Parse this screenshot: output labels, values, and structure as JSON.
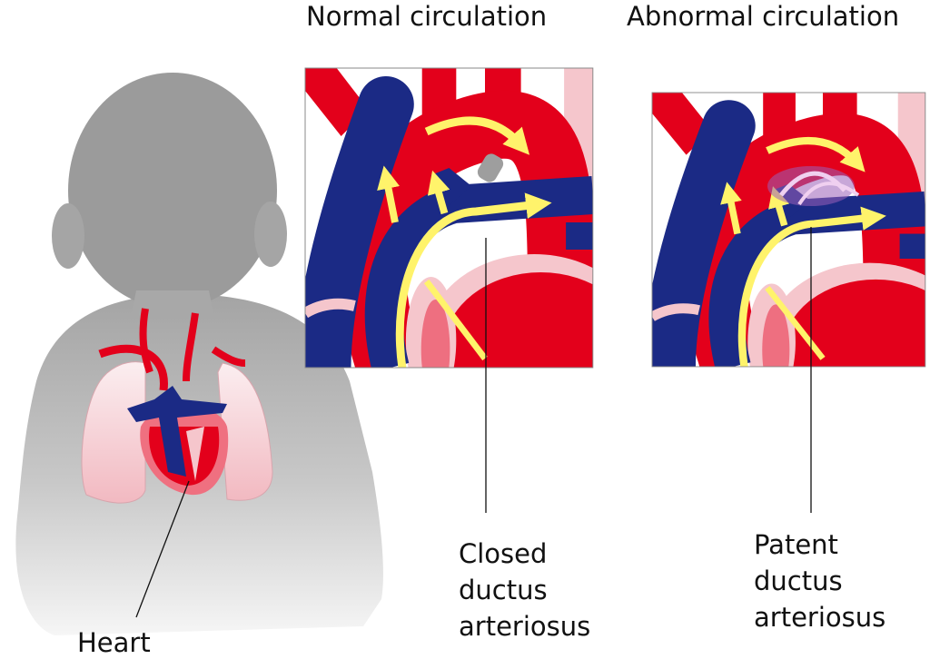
{
  "titles": {
    "normal": "Normal circulation",
    "abnormal": "Abnormal circulation"
  },
  "labels": {
    "heart": "Heart",
    "closed": [
      "Closed",
      "ductus",
      "arteriosus"
    ],
    "patent": [
      "Patent",
      "ductus",
      "arteriosus"
    ]
  },
  "colors": {
    "oxygenated": "#e3001b",
    "deoxygenated": "#1b2a85",
    "flow": "#fff36b",
    "tissue": "#f5c6cc",
    "closed_ductus": "#9e9e9e",
    "mixing": "#9b5fb8"
  }
}
